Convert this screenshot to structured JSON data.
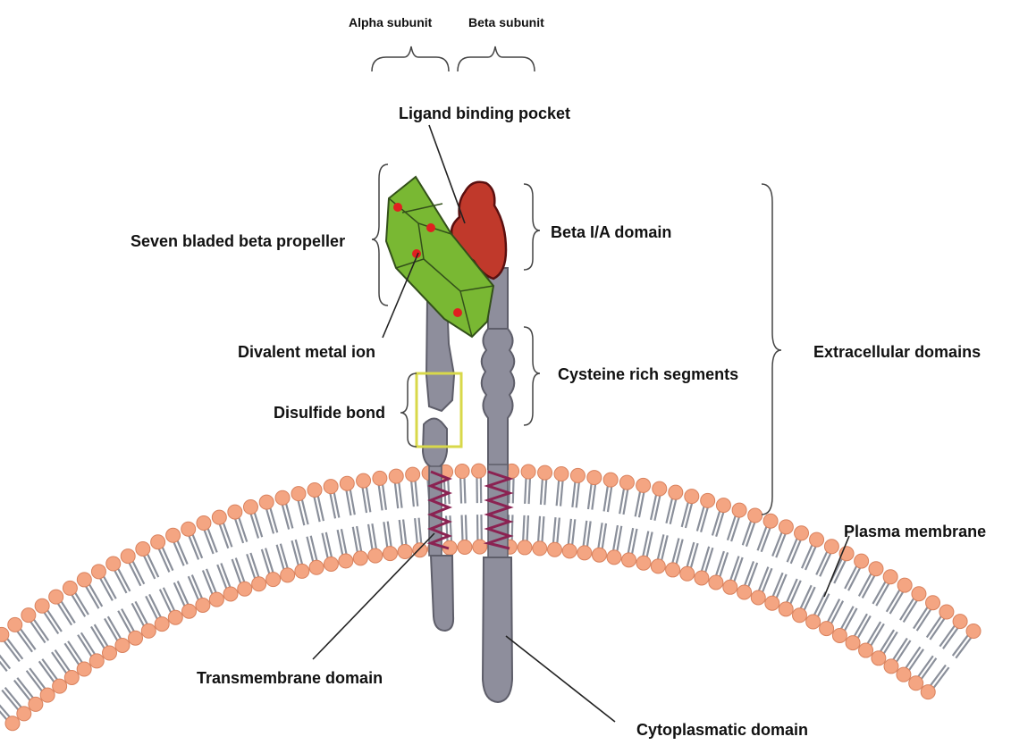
{
  "labels": {
    "alpha_subunit": "Alpha subunit",
    "beta_subunit": "Beta subunit",
    "ligand_binding_pocket": "Ligand binding pocket",
    "seven_bladed_beta_propeller": "Seven bladed beta propeller",
    "beta_ia_domain": "Beta I/A domain",
    "divalent_metal_ion": "Divalent metal ion",
    "cysteine_rich_segments": "Cysteine rich segments",
    "extracellular_domains": "Extracellular domains",
    "disulfide_bond": "Disulfide bond",
    "plasma_membrane": "Plasma membrane",
    "transmembrane_domain": "Transmembrane domain",
    "cytoplasmatic_domain": "Cytoplasmatic domain"
  },
  "colors": {
    "lipid_head": "#f4a582",
    "lipid_head_stroke": "#d9825e",
    "lipid_tail": "#8a8f9a",
    "subunit_body": "#8e8e9c",
    "subunit_stroke": "#5e5e6a",
    "propeller": "#79b833",
    "propeller_stroke": "#33501a",
    "metal_ion": "#e02020",
    "beta_ia": "#c0392b",
    "helix": "#8b2252",
    "disulfide_box": "#d8d84a"
  }
}
